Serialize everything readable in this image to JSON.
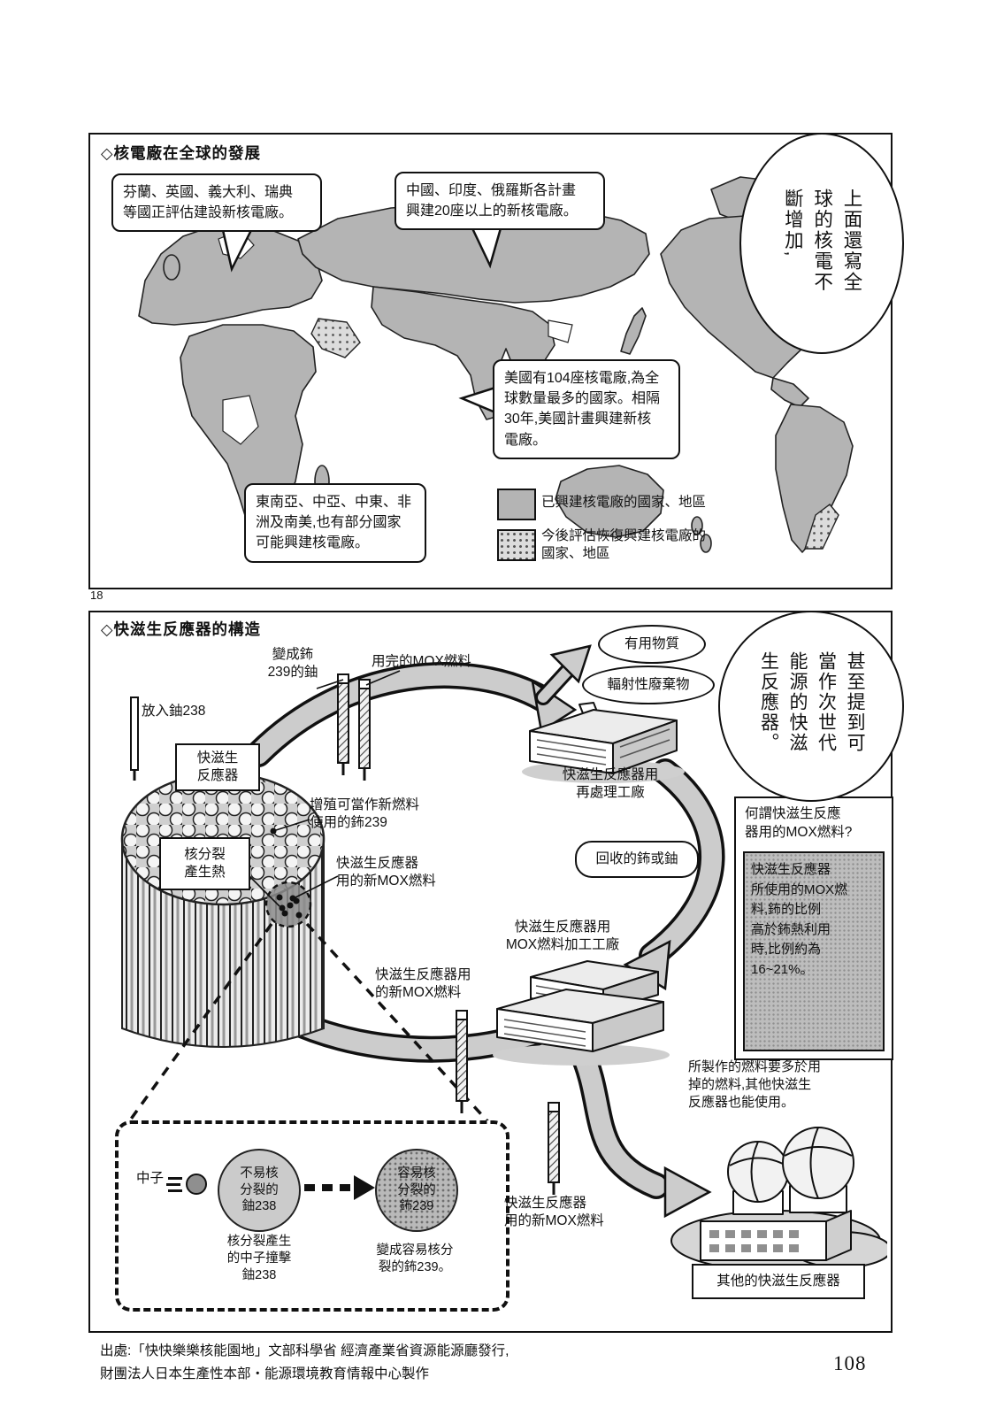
{
  "colors": {
    "map_gray": "#b4b4b4",
    "panel_bg": "#ffffff",
    "ink": "#111111",
    "arrow_gray": "#cccccc"
  },
  "page": {
    "panel_marker": "18",
    "page_number": "108",
    "footer_line1": "出處:「快快樂樂核能園地」文部科學省 經濟產業省資源能源廳發行,",
    "footer_line2": "財團法人日本生產性本部・能源環境教育情報中心製作"
  },
  "panel1": {
    "title": "◇核電廠在全球的發展",
    "speech": "上面還寫全球的核電不斷增加,",
    "callouts": {
      "europe": "芬蘭、英國、義大利、瑞典\n等國正評估建設新核電廠。",
      "asia": "中國、印度、俄羅斯各計畫\n興建20座以上的新核電廠。",
      "usa": "美國有104座核電廠,為全\n球數量最多的國家。相隔\n30年,美國計畫興建新核\n電廠。",
      "south": "東南亞、中亞、中東、非\n洲及南美,也有部分國家\n可能興建核電廠。"
    },
    "legend": {
      "built": "已興建核電廠的國家、地區",
      "planned": "今後評估恢復興建核電廠的\n國家、地區"
    }
  },
  "panel2": {
    "title": "◇快滋生反應器的構造",
    "speech": "甚至提到可當作次世代能源的快滋生反應器。",
    "labels": {
      "u_to_pu": "變成鈽\n239的鈾",
      "spent_mox": "用完的MOX燃料",
      "insert_u238": "放入鈾238",
      "breeder_reactor": "快滋生\n反應器",
      "bred_pu239": "增殖可當作新燃料\n使用的鈽239",
      "fission_heat": "核分裂\n產生熱",
      "new_mox_core": "快滋生反應器\n用的新MOX燃料",
      "useful_material": "有用物質",
      "radioactive_waste": "輻射性廢棄物",
      "reprocessing_plant": "快滋生反應器用\n再處理工廠",
      "recovered": "回收的鈽或鈾",
      "mox_plant": "快滋生反應器用\nMOX燃料加工工廠",
      "new_mox_mid": "快滋生反應器用\n的新MOX燃料",
      "surplus_note": "所製作的燃料要多於用\n掉的燃料,其他快滋生\n反應器也能使用。",
      "neutron": "中子",
      "u238_circle": "不易核\n分裂的\n鈾238",
      "pu239_circle": "容易核\n分裂的\n鈽239",
      "neutron_hits": "核分裂產生\n的中子撞擊\n鈾238",
      "becomes_pu": "變成容易核分\n裂的鈽239。",
      "new_mox_bottom": "快滋生反應器\n用的新MOX燃料",
      "other_reactors": "其他的快滋生反應器"
    },
    "sidebox": {
      "title": "何謂快滋生反應\n器用的MOX燃料?",
      "body": "快滋生反應器\n所使用的MOX燃\n料,鈽的比例\n高於鈽熱利用\n時,比例約為\n16~21%。"
    }
  }
}
